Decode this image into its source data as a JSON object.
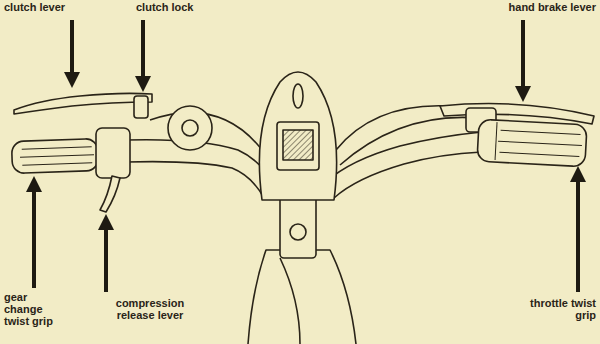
{
  "diagram": {
    "labels": [
      "clutch lever",
      "clutch lock",
      "hand brake lever",
      "gear change twist grip",
      "compression release lever",
      "throttle twist grip"
    ]
  }
}
